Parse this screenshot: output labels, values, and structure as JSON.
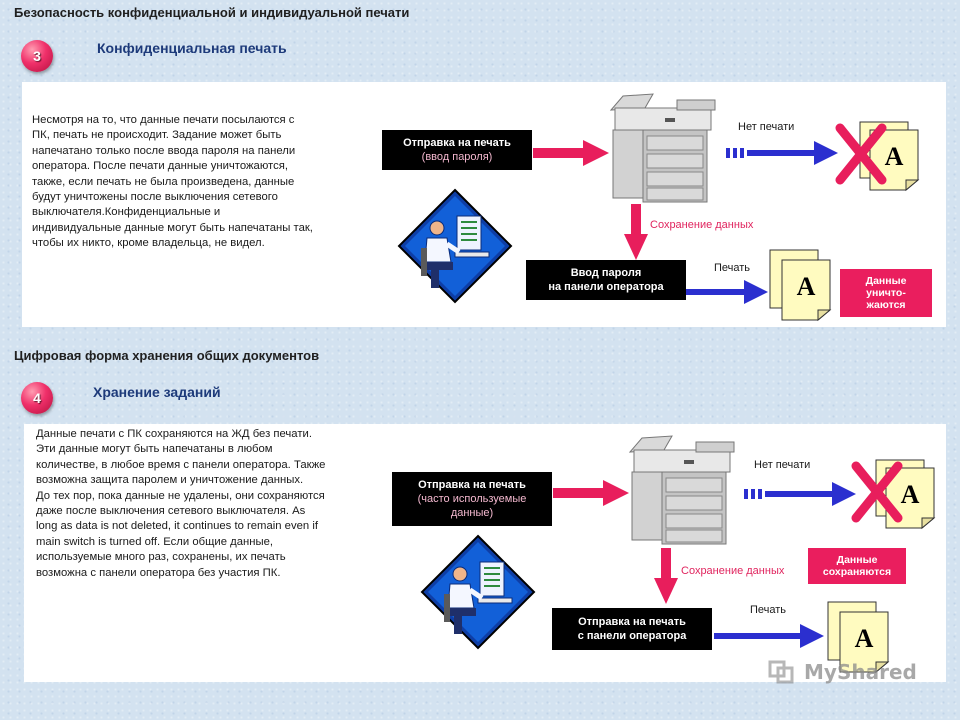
{
  "page": {
    "title": "Безопасность конфиденциальной и индивидуальной печати"
  },
  "section3": {
    "badge": "3",
    "subtitle": "Конфиденциальная печать",
    "text": [
      "Несмотря на то, что данные печати посылаются с",
      "ПК, печать не происходит. Задание может быть",
      "напечатано только после ввода пароля на панели",
      "оператора. После печати данные уничтожаются,",
      "также, если печать не была произведена, данные",
      "будут уничтожены после выключения сетевого",
      "выключателя.Конфиденциальные  и",
      "индивидуальные данные могут быть напечатаны так,",
      "чтобы их никто, кроме владельца, не видел."
    ],
    "send_label_main": "Отправка на печать",
    "send_label_sub": "(ввод пароля)",
    "no_print": "Нет печати",
    "save_data": "Сохранение данных",
    "panel_label_line1": "Ввод пароля",
    "panel_label_line2": "на панели оператора",
    "print": "Печать",
    "result_line1": "Данные",
    "result_line2": "уничто-",
    "result_line3": "жаются",
    "doc_letter": "A"
  },
  "section4": {
    "title": "Цифровая форма хранения общих документов",
    "badge": "4",
    "subtitle": "Хранение заданий",
    "text": [
      "Данные печати с ПК сохраняются на ЖД без печати.",
      "Эти данные могут быть напечатаны в любом",
      "количестве, в любое время с панели оператора. Также",
      "возможна защита паролем и уничтожение данных.",
      "До тех пор, пока данные не удалены, они сохраняются",
      "даже после выключения сетевого выключателя. As",
      "long as data is not deleted, it continues to remain even if",
      "main switch is turned off. Если общие данные,",
      "используемые много раз, сохранены, их печать",
      "возможна с панели оператора без участия ПК."
    ],
    "send_label_main": "Отправка на печать",
    "send_label_sub1": "(часто используемые",
    "send_label_sub2": "данные)",
    "no_print": "Нет печати",
    "save_data": "Сохранение данных",
    "result_line1": "Данные",
    "result_line2": "сохраняются",
    "panel_label_line1": "Отправка на печать",
    "panel_label_line2": "с панели оператора",
    "print": "Печать",
    "doc_letter": "A"
  },
  "watermark": "MyShared",
  "colors": {
    "background": "#d3e2f0",
    "accent_pink": "#e81e5c",
    "arrow_blue": "#2b2fcf",
    "label_black": "#000000"
  }
}
